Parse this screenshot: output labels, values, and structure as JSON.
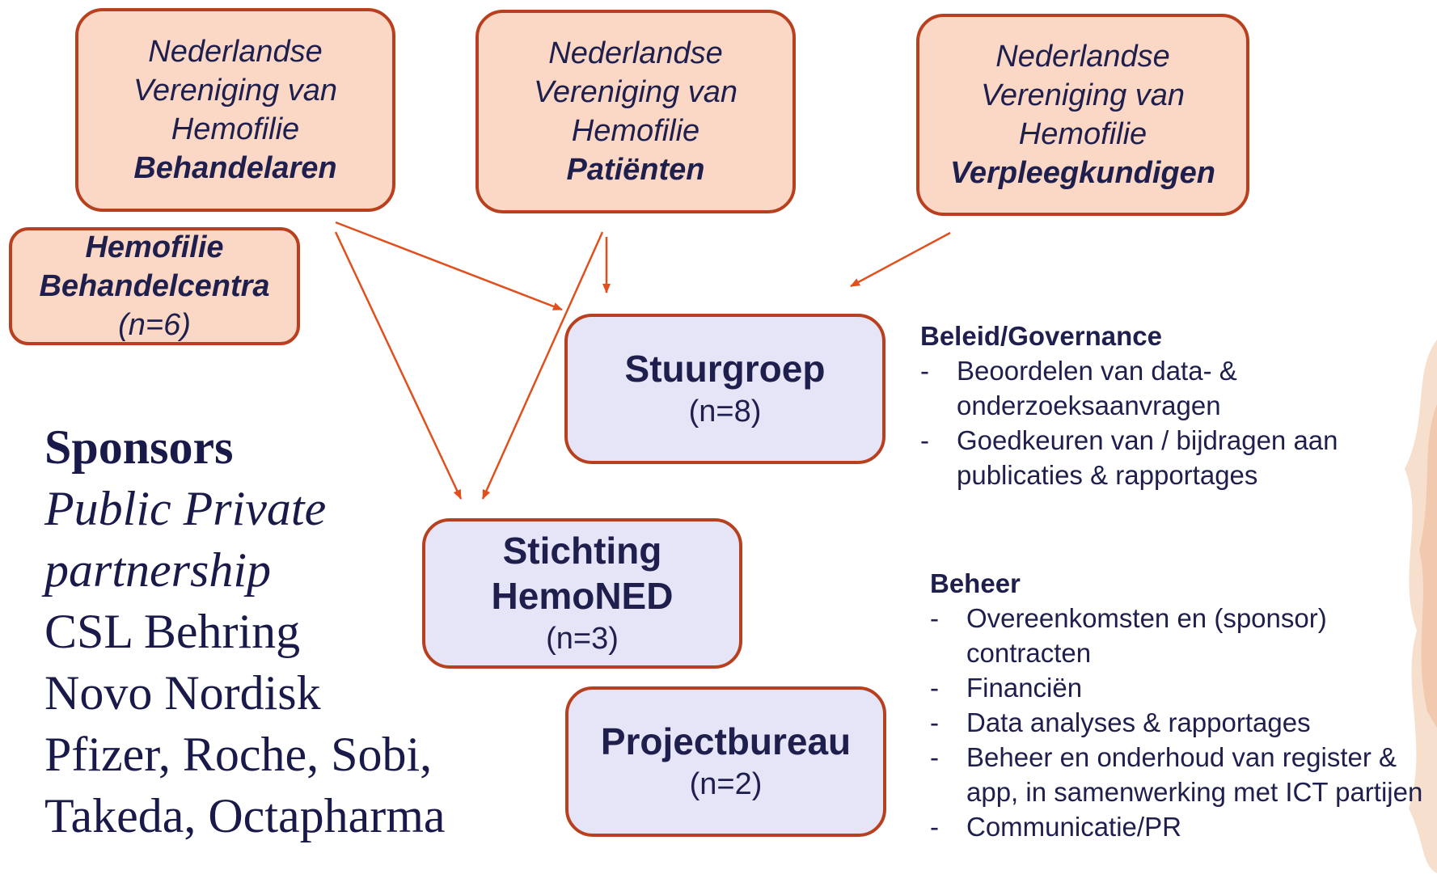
{
  "boxes": {
    "behandelaren": {
      "l1": "Nederlandse",
      "l2": "Vereniging van",
      "l3": "Hemofilie",
      "l4": "Behandelaren"
    },
    "patienten": {
      "l1": "Nederlandse",
      "l2": "Vereniging van",
      "l3": "Hemofilie",
      "l4": "Patiënten"
    },
    "verpleegkundigen": {
      "l1": "Nederlandse",
      "l2": "Vereniging van",
      "l3": "Hemofilie",
      "l4": "Verpleegkundigen"
    },
    "behandelcentra": {
      "l1": "Hemofilie",
      "l2": "Behandelcentra",
      "l3": "(n=6)"
    },
    "stuurgroep": {
      "title": "Stuurgroep",
      "count": "(n=8)"
    },
    "stichting": {
      "l1": "Stichting",
      "l2": "HemoNED",
      "count": "(n=3)"
    },
    "projectbureau": {
      "title": "Projectbureau",
      "count": "(n=2)"
    }
  },
  "sponsors": {
    "heading": "Sponsors",
    "lines_italic": [
      "Public Private",
      "partnership"
    ],
    "lines": [
      "CSL Behring",
      "Novo Nordisk",
      "Pfizer, Roche, Sobi,",
      "Takeda, Octapharma"
    ]
  },
  "governance": {
    "heading": "Beleid/Governance",
    "items": [
      "Beoordelen van data- & onderzoeksaanvragen",
      "Goedkeuren van / bijdragen aan publicaties & rapportages"
    ]
  },
  "beheer": {
    "heading": "Beheer",
    "items": [
      "Overeenkomsten en (sponsor) contracten",
      "Financiën",
      "Data analyses & rapportages",
      "Beheer en onderhoud van register & app, in samenwerking met ICT partijen",
      "Communicatie/PR"
    ]
  },
  "colors": {
    "accent": "#b8401e",
    "arrow": "#e0501e",
    "peach": "#fbd7c6",
    "lilac": "#e6e4f7",
    "text": "#1f1f4d"
  }
}
